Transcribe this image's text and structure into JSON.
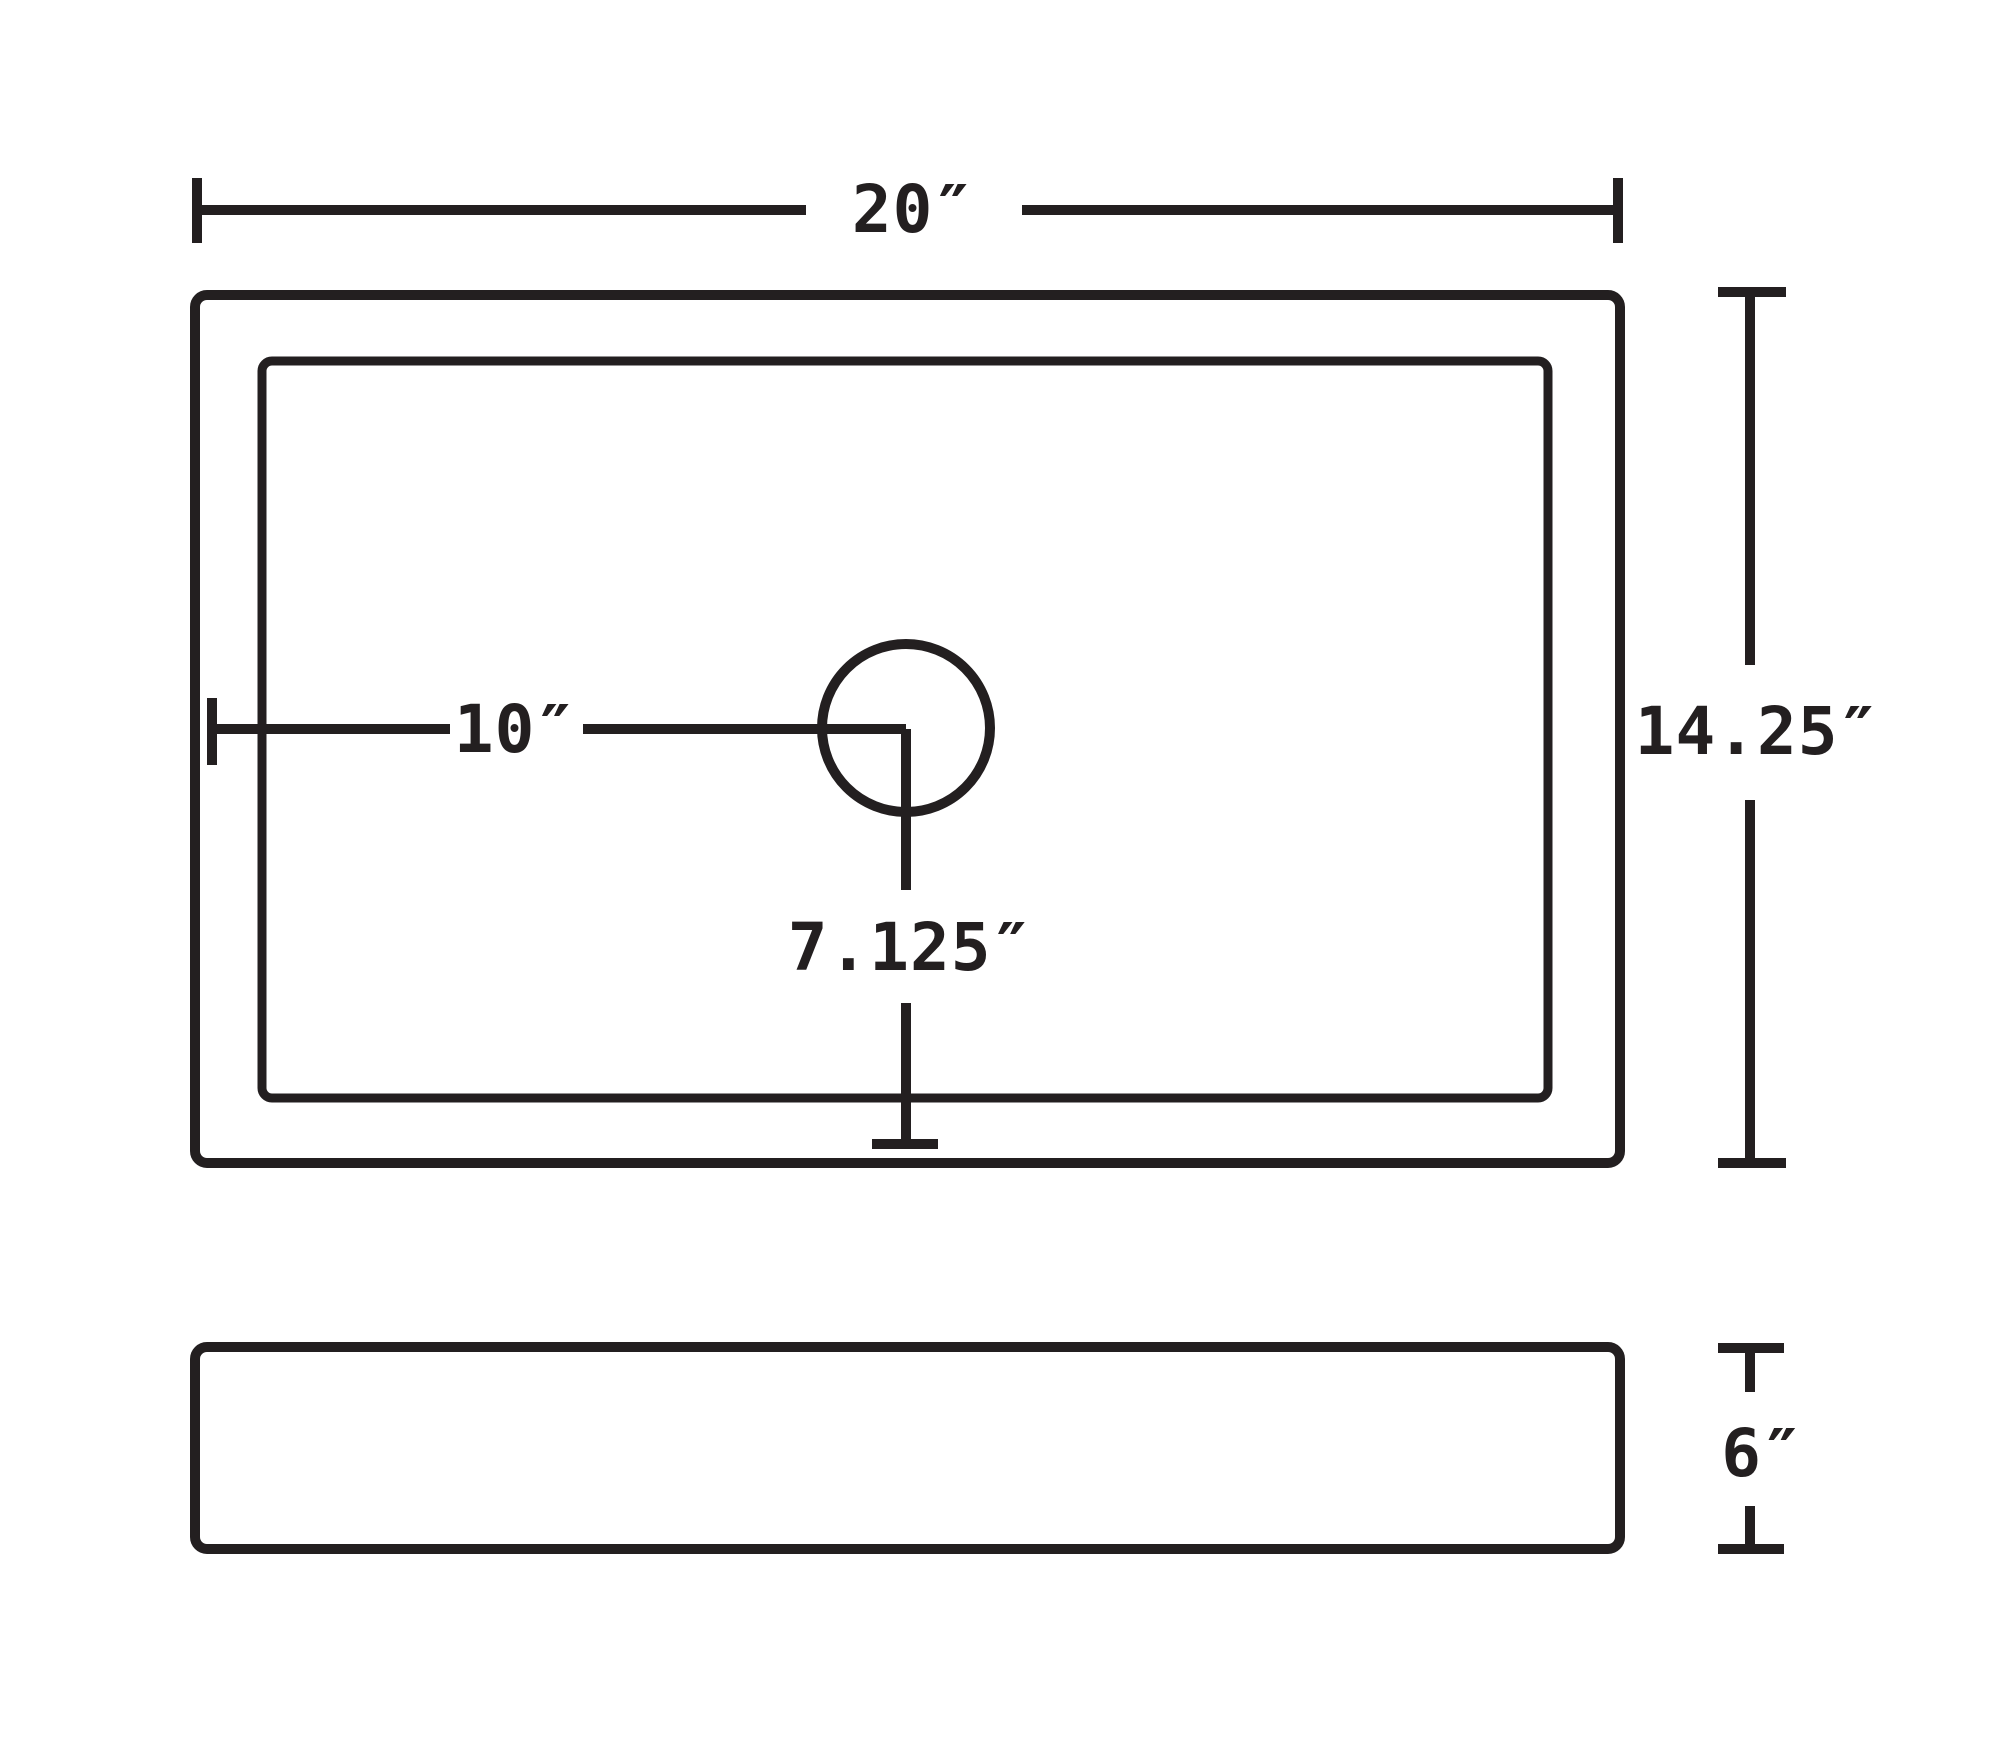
{
  "drawing": {
    "kind": "technical dimension drawing",
    "colors": {
      "stroke": "#231f20",
      "background": "#ffffff"
    },
    "labels": {
      "top_width": "20″",
      "right_height": "14.25″",
      "drain_from_left": "10″",
      "drain_from_bottom": "7.125″",
      "side_height": "6″"
    }
  }
}
